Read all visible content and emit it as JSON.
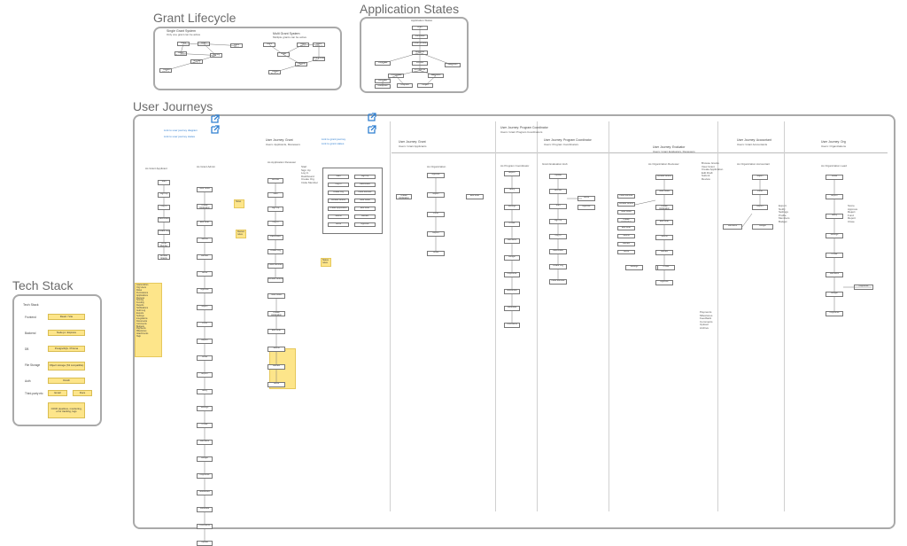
{
  "frames": {
    "grant_lifecycle": {
      "title": "Grant Lifecycle",
      "left_heading": "Single Grant System",
      "left_sub": "Only one grant can be active",
      "right_heading": "Multi Grant System",
      "right_sub": "Multiple grants can be active",
      "left_nodes": [
        "Grant",
        "Draft",
        "Grant Open",
        "Grant Resolution",
        "Scoring",
        "Scoring Review",
        "Grant Closed"
      ],
      "right_nodes": [
        "Grant",
        "Draft",
        "Grant Open",
        "Grant Closed",
        "Funding",
        "Grant Reopen",
        "Grant Final"
      ]
    },
    "application_states": {
      "title": "Application States",
      "heading": "Application States",
      "nodes": [
        "Draft",
        "Submitted",
        "Under Review",
        "Approved",
        "Rejected",
        "Funded",
        "Withdrawn",
        "In Progress",
        "Completed",
        "Cancelled",
        "Returned",
        "Archived",
        "Closed",
        "Disbursed"
      ]
    },
    "user_journeys": {
      "title": "User Journeys",
      "links": [
        "Link to user journey diagram",
        "Link to user journey states",
        "Link to grant journey",
        "Link to grant states"
      ],
      "lanes": [
        {
          "head": "User Journey: Grant",
          "sub": "Users: Applicants, Reviewers"
        },
        {
          "head": "User Journey: Grant",
          "sub": "Users: Grant Applicants"
        },
        {
          "head": "User Journey: Program Coordinator",
          "sub": "Users: Grant Program Coordinators"
        },
        {
          "head": "User Journey: Program Coordinator",
          "sub": "Users: Program Coordinators"
        },
        {
          "head": "User Journey: Evaluator",
          "sub": "Users: Grant Evaluators, Reviewers"
        },
        {
          "head": "User Journey: Accountant",
          "sub": "Users: Grant Accountants"
        },
        {
          "head": "User Journey: Org",
          "sub": "Users: Organizations"
        }
      ],
      "section_heads": [
        "As Grant Applicant",
        "As Grant Admin",
        "As Application Reviewer",
        "As Organization",
        "As Program Coordinator",
        "Grant Evaluation Hub",
        "As Organization Reviewer",
        "As Organization Accountant",
        "As Organization Lead"
      ],
      "box_labels": [
        "Start",
        "Sign Up",
        "Log In",
        "Dashboard",
        "Create Org",
        "Invite Member",
        "Browse Grants",
        "View Grant",
        "Create Application",
        "Edit Draft",
        "Submit",
        "Review",
        "Score",
        "Approve",
        "Reject",
        "Fund",
        "Report",
        "Close",
        "Export",
        "Notify",
        "Settings",
        "Profile",
        "Members",
        "Budget",
        "Payments",
        "Milestones",
        "Feedback",
        "Comments",
        "Upload",
        "Archive"
      ]
    },
    "tech_stack": {
      "title": "Tech Stack",
      "heading": "Tech Stack",
      "rows": [
        {
          "label": "Frontend",
          "values": [
            "React / Vite"
          ]
        },
        {
          "label": "Backend",
          "values": [
            "Node.js / Express"
          ]
        },
        {
          "label": "DB",
          "values": [
            "PostgreSQL / Prisma"
          ]
        },
        {
          "label": "File Storage",
          "values": [
            "Object storage (S3 compatible)"
          ]
        },
        {
          "label": "Auth",
          "values": [
            "OAuth"
          ]
        },
        {
          "label": "Third-party etc",
          "values": [
            "Email",
            "Docs"
          ]
        },
        {
          "label": "",
          "values": [
            "CI/CD pipelines, monitoring, error tracking, logs"
          ]
        }
      ]
    }
  },
  "sticky_notes": {
    "left_column": [
      "Grant Admin",
      "Org Users",
      "Roles",
      "Permissions",
      "Applications",
      "Reviews",
      "Scoring",
      "Funding",
      "Reports",
      "Notifications",
      "Audit Log",
      "Exports",
      "Settings",
      "Integrations",
      "Documents",
      "Comments",
      "Budgets",
      "Payments",
      "Milestones",
      "Attachments",
      "Help"
    ],
    "mid_notes": [
      "Notes",
      "Review notes",
      "Reviewer notes",
      "Status notes"
    ]
  },
  "colors": {
    "frame_border": "#a9a9a9",
    "sticky": "#fde58a",
    "link_icon": "#2f7fd1",
    "lane_divider": "#d0d0d0"
  }
}
